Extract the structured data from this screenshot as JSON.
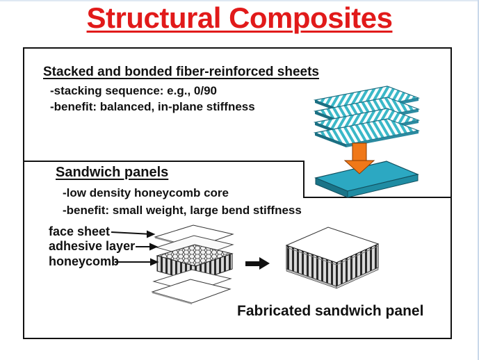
{
  "title": "Structural Composites",
  "stacked": {
    "heading": "Stacked and bonded  fiber-reinforced sheets",
    "bullets": [
      "-stacking sequence:  e.g., 0/90",
      "-benefit:  balanced, in-plane stiffness"
    ]
  },
  "sandwich": {
    "heading": "Sandwich panels",
    "bullets": [
      "-low density honeycomb core",
      "-benefit:  small weight, large bend stiffness"
    ],
    "labels": {
      "face_sheet": "face sheet",
      "adhesive_layer": "adhesive layer",
      "honeycomb": "honeycomb"
    },
    "result_caption": "Fabricated sandwich panel"
  },
  "colors": {
    "title_red": "#e11a1a",
    "sheet_blue": "#3ab8c8",
    "base_blue": "#2ca8c2",
    "arrow_orange": "#f07818"
  }
}
